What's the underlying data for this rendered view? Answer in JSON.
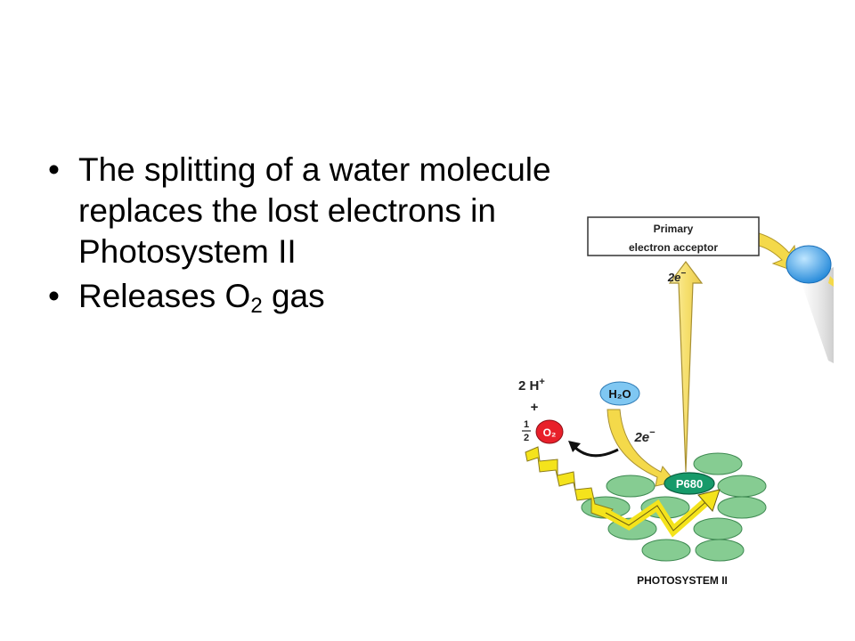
{
  "slide": {
    "bullets": [
      {
        "text": "The splitting of a water molecule replaces the lost electrons in Photosystem II"
      },
      {
        "pre": "Releases O",
        "sub": "2",
        "post": " gas"
      }
    ],
    "bullet_char": "•"
  },
  "diagram": {
    "acceptor_line1": "Primary",
    "acceptor_line2": "electron acceptor",
    "electrons_top": "2e",
    "electrons_mid": "2e",
    "electron_sign": "−",
    "water": "H₂O",
    "protons": "2 H",
    "protons_charge": "+",
    "plus": "+",
    "half_num": "1",
    "half_den": "2",
    "oxygen": "O₂",
    "reaction_center": "P680",
    "photosystem_label": "PHOTOSYSTEM II",
    "colors": {
      "pigment": "#86cc92",
      "reaction_center": "#169a6a",
      "light_arrow": "#f4e31c",
      "electron_arrow": "#f7e27a",
      "water": "#7fc7f2",
      "oxygen": "#e8202a",
      "carrier": "#3aa0ea"
    }
  }
}
